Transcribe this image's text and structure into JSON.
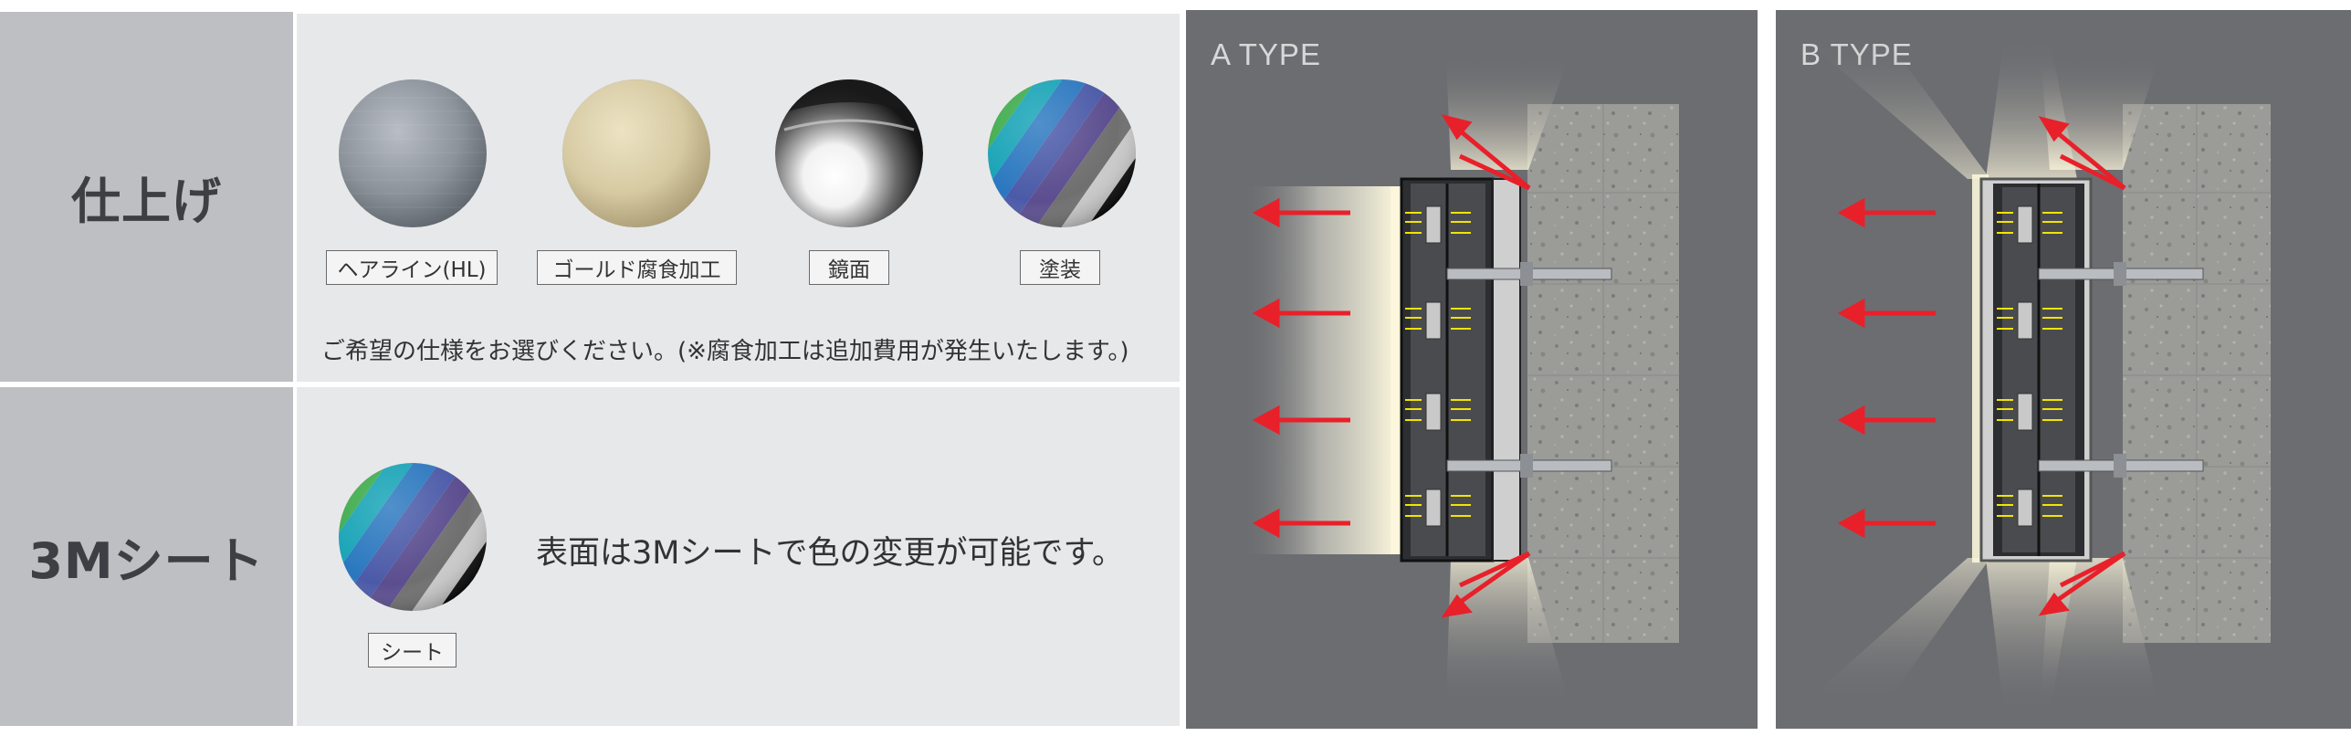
{
  "finish": {
    "header": "仕上げ",
    "options": [
      {
        "label": "ヘアライン(HL)",
        "swatch": "hairline"
      },
      {
        "label": "ゴールド腐食加工",
        "swatch": "gold"
      },
      {
        "label": "鏡面",
        "swatch": "mirror"
      },
      {
        "label": "塗装",
        "swatch": "paint"
      }
    ],
    "note": "ご希望の仕様をお選びください。(※腐食加工は追加費用が発生いたします。)"
  },
  "sheet": {
    "header": "3Mシート",
    "option": {
      "label": "シート",
      "swatch": "paint"
    },
    "note": "表面は3Mシートで色の変更が可能です。"
  },
  "diagrams": [
    {
      "title": "A TYPE",
      "light_direction": "front-and-sides"
    },
    {
      "title": "B TYPE",
      "light_direction": "halo-and-sides"
    }
  ],
  "colors": {
    "header_bg": "#bebfc2",
    "content_bg": "#e7e8ea",
    "panel_bg": "#6c6d71",
    "arrow": "#e8202a",
    "led_arrow": "#f2e400"
  }
}
